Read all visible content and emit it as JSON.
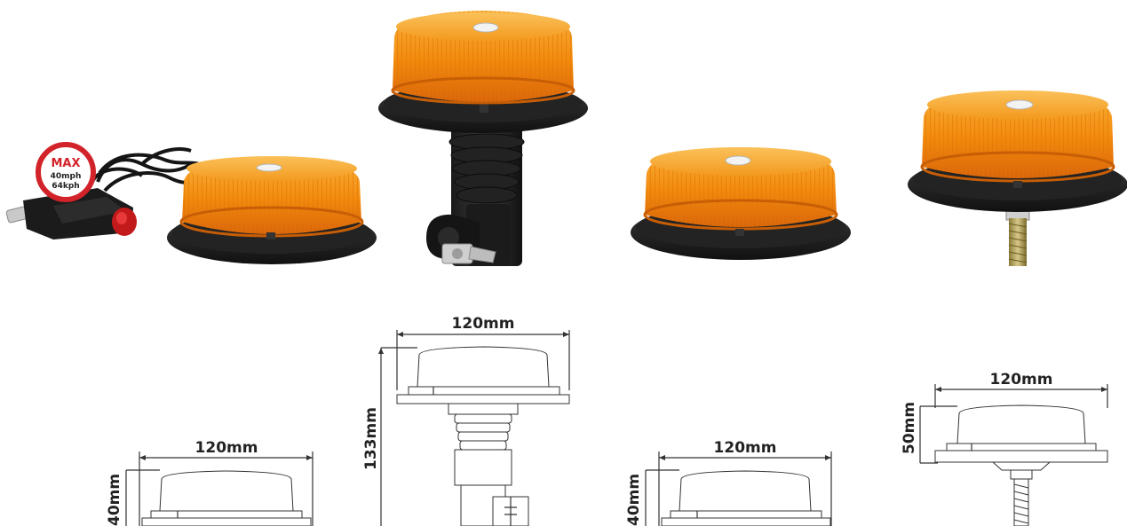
{
  "badge": {
    "title": "MAX",
    "line1": "40mph",
    "line2": "64kph"
  },
  "dimensions": {
    "d1_width": "120mm",
    "d1_height": "40mm",
    "d2_width": "120mm",
    "d2_height": "133mm",
    "d3_width": "120mm",
    "d3_height": "40mm",
    "d4_width": "120mm",
    "d4_height": "50mm"
  },
  "colors": {
    "amber_top": "#f7a21b",
    "amber_mid": "#f28a0c",
    "amber_dark": "#d9650a",
    "base_black": "#1c1c1c",
    "badge_red": "#d2232a"
  }
}
